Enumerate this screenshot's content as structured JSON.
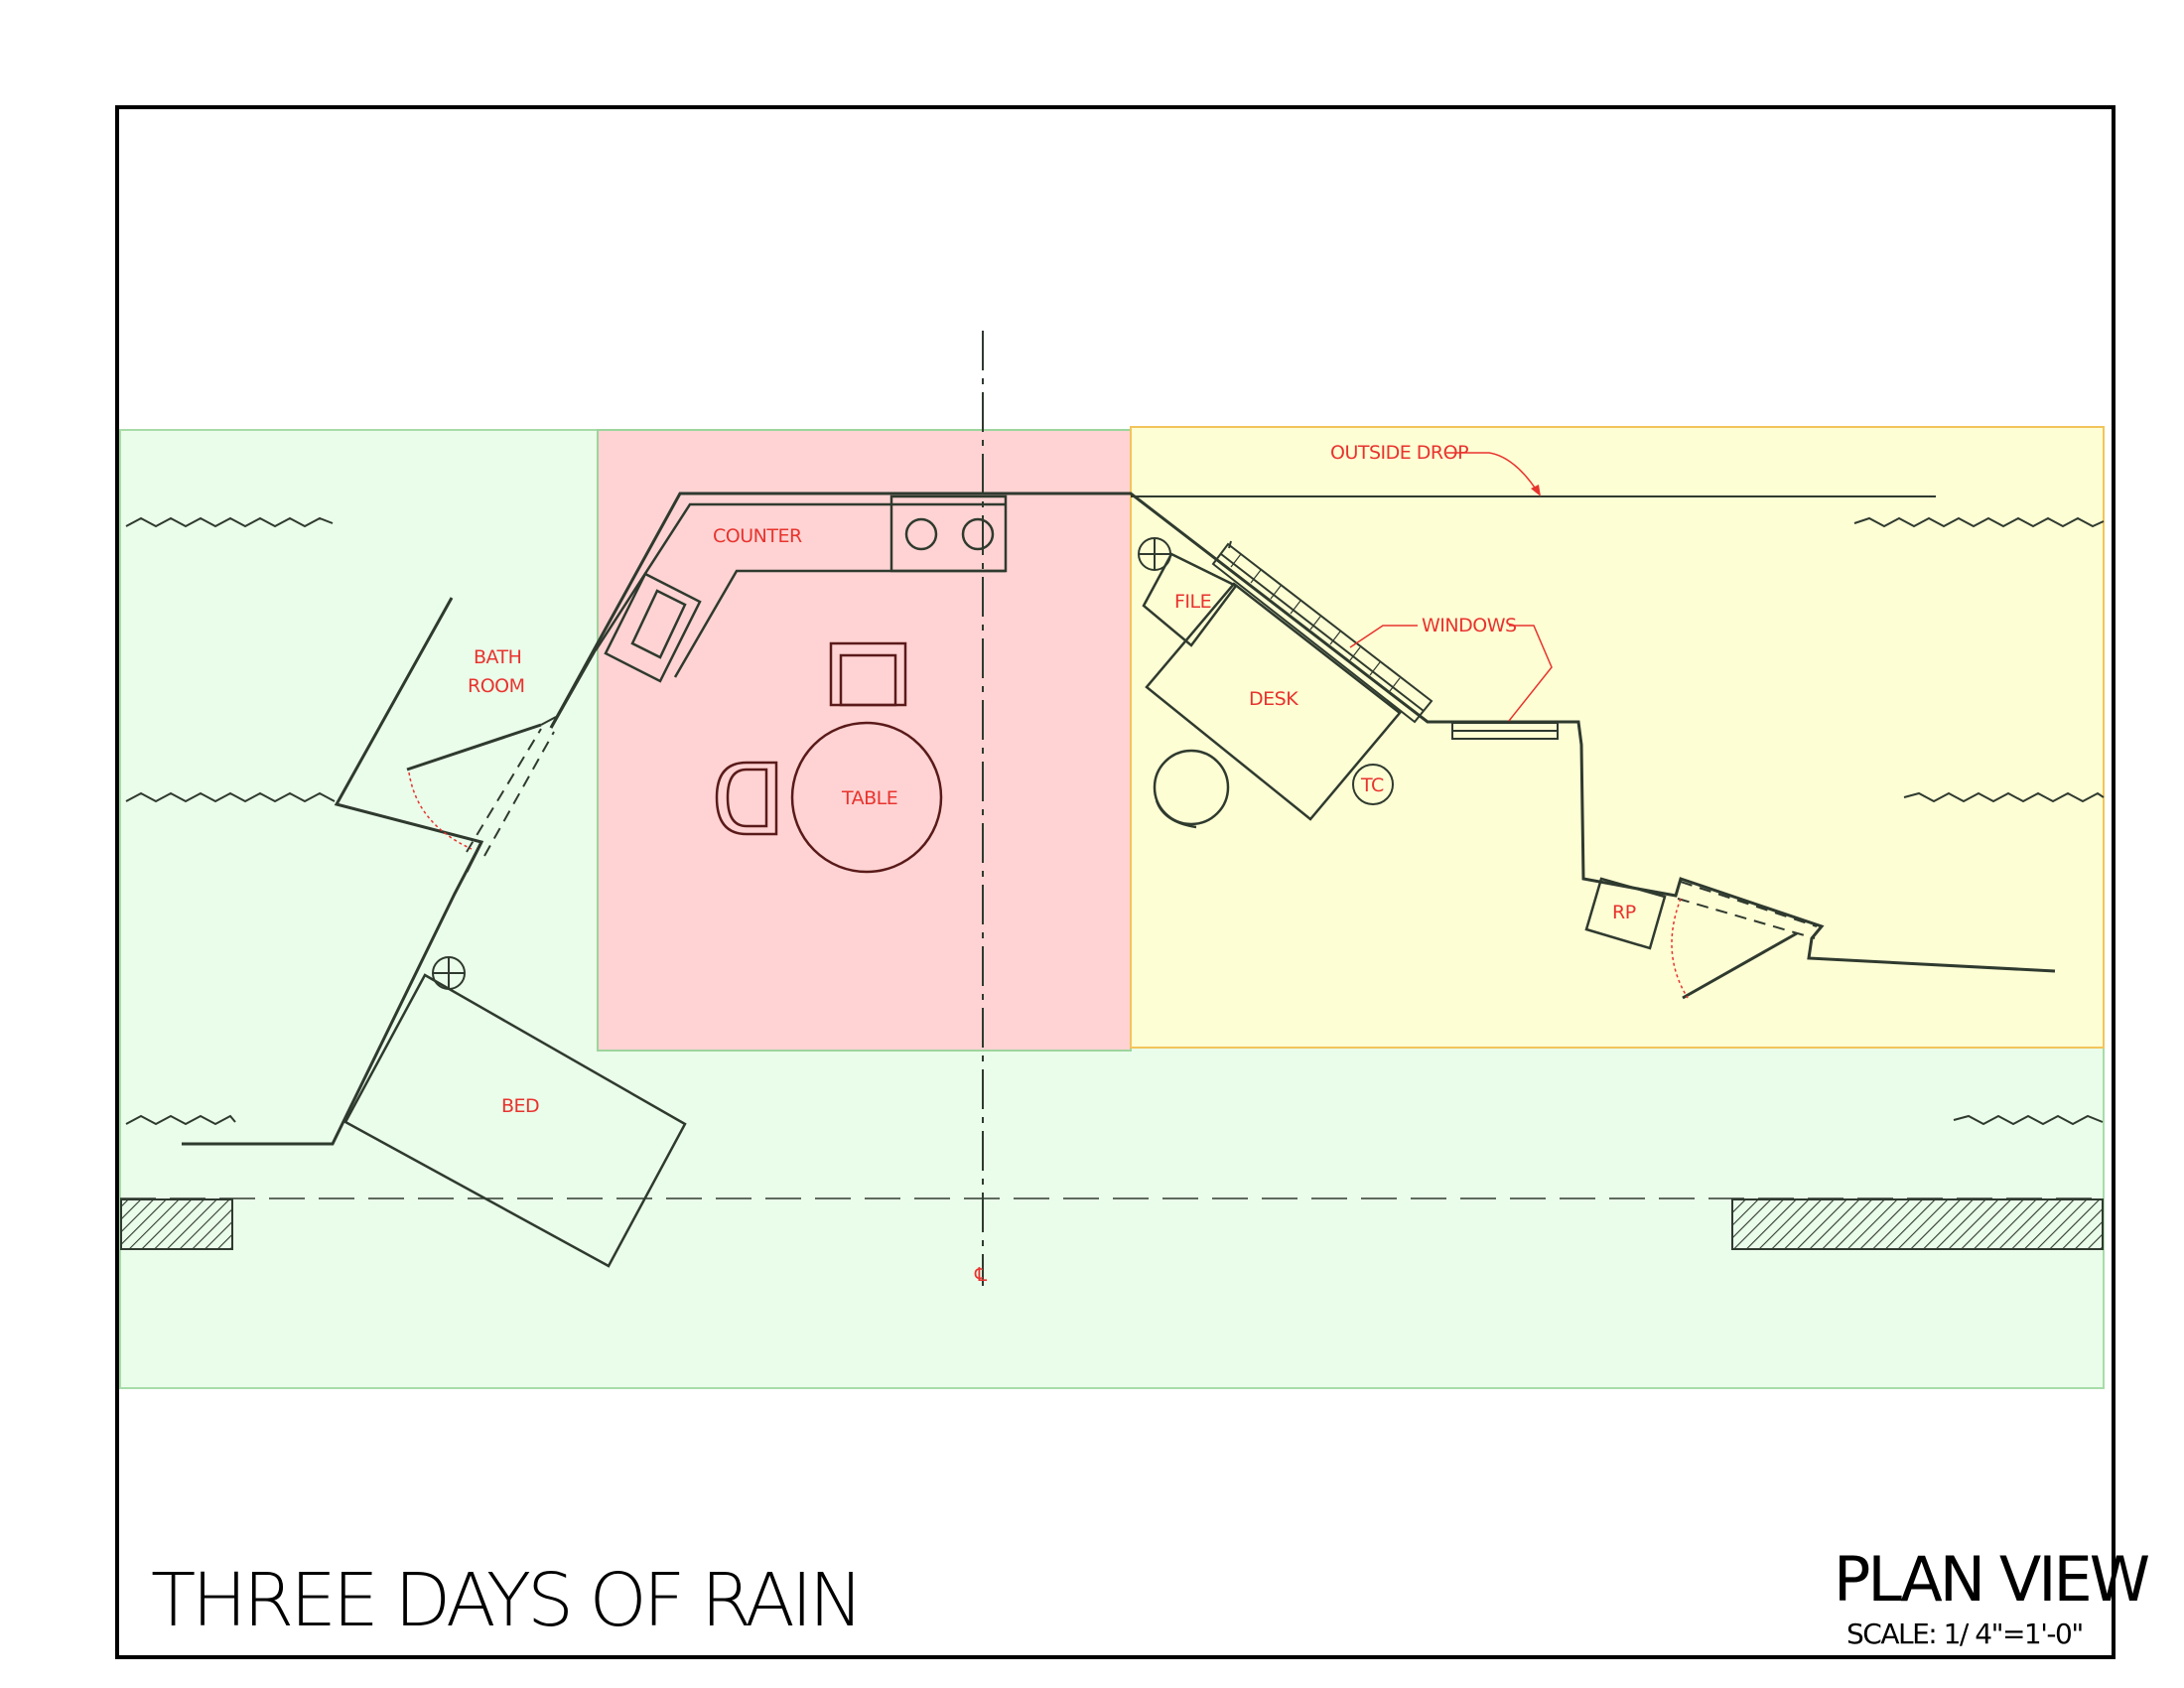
{
  "title": "THREE DAYS OF RAIN",
  "view": {
    "name": "PLAN VIEW",
    "scale": "SCALE: 1/ 4\"=1'-0\""
  },
  "labels": {
    "counter": "COUNTER",
    "bathroom_line1": "BATH",
    "bathroom_line2": "ROOM",
    "table": "TABLE",
    "bed": "BED",
    "file": "FILE",
    "desk": "DESK",
    "tc": "TC",
    "rp": "RP",
    "outside_drop": "OUTSIDE DROP",
    "windows": "WINDOWS",
    "centerline": "℄"
  },
  "colors": {
    "green_zone": "#eafcea",
    "red_zone": "#ffd3d3",
    "yellow_zone": "#fefed4",
    "label_red": "#e8332e",
    "line_dark": "#2f3a2f"
  }
}
